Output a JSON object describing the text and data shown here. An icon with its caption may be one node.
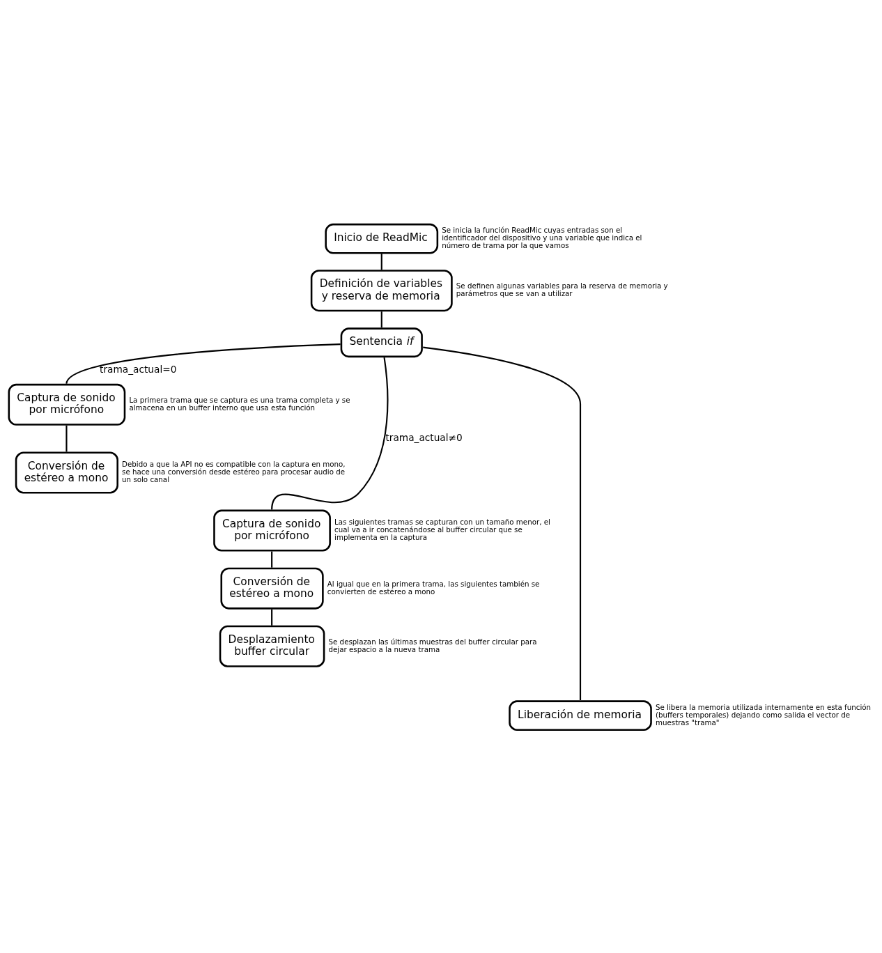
{
  "diagram": {
    "nodes": [
      {
        "text": [
          "Inicio de ReadMic"
        ],
        "beside": [
          "Se inicia la función ReadMic cuyas entradas son el identificador del dispositivo y una variable que indica el número de trama por la que vamos"
        ]
      },
      {
        "text": [
          "Definición de variables y reserva de memoria"
        ],
        "beside": [
          "Se definen algunas variables para la reserva de memoria y parámetros que se van a utilizar"
        ]
      },
      {
        "text": [
          "Sentencia *if*"
        ]
      },
      {
        "text": [
          "Captura de sonido por micrófono"
        ],
        "beside": [
          "La primera trama que se captura es una trama completa y se almacena en un buffer interno que usa esta función"
        ]
      },
      {
        "text": [
          "Conversión de estéreo a mono"
        ],
        "beside": [
          "Debido a que la API no es compatible con la captura en mono, se hace una conversión desde estéreo para procesar audio de un solo canal"
        ]
      },
      {
        "text": [
          "Captura de sonido por micrófono"
        ],
        "beside": [
          "Las siguientes tramas se capturan con un tamaño menor, el cual va a ir concatenándose al buffer circular que se implementa en la captura"
        ]
      },
      {
        "text": [
          "Conversión de estéreo a mono"
        ],
        "beside": [
          "Al igual que en la primera trama, las siguientes también se convierten de estéreo a mono"
        ]
      },
      {
        "text": [
          "Desplazamiento buffer circular"
        ],
        "beside": [
          "Se desplazan las últimas muestras del buffer circular para dejar espacio a la nueva trama"
        ]
      },
      {
        "text": [
          "Liberación de memoria"
        ],
        "beside": [
          "Se libera la memoria utilizada internamente en esta función (buffers temporales) dejando como salida el vector de muestras \"trama\""
        ]
      }
    ],
    "edges": [
      {
        "from": 0,
        "to": 1,
        "arrow": "none"
      },
      {
        "from": 1,
        "to": 2,
        "arrow": "none"
      },
      {
        "from": 2,
        "to": 3,
        "arrow": "none",
        "label": "trama_actual=0"
      },
      {
        "from": 3,
        "to": 4,
        "arrow": "none"
      },
      {
        "from": 2,
        "to": 5,
        "arrow": "none",
        "label": "trama_actual≠0"
      },
      {
        "from": 5,
        "to": 6,
        "arrow": "none"
      },
      {
        "from": 6,
        "to": 7,
        "arrow": "none"
      },
      {
        "from": 2,
        "to": 8,
        "arrow": "none"
      }
    ]
  }
}
